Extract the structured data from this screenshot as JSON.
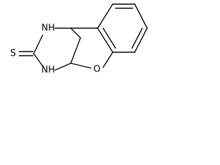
{
  "structure": {
    "atoms": {
      "nh_top": "NH",
      "nh_bottom": "NH",
      "sulfur": "S",
      "oxygen": "O"
    }
  }
}
